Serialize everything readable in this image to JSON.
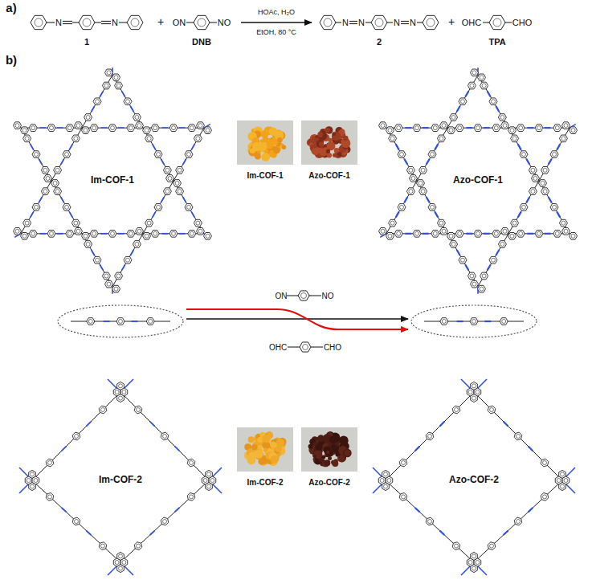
{
  "diagram": {
    "labels": [
      "a)",
      "N",
      "N",
      "+",
      "ON",
      "NO",
      "HOAc, H₂O",
      "EtOH, 80 °C",
      "N",
      "N",
      "N",
      "N",
      "+",
      "OHC",
      "CHO",
      "1",
      "DNB",
      "2",
      "TPA",
      "b)",
      "Im-COF-1",
      "Im-COF-1",
      "Azo-COF-1",
      "Azo-COF-1",
      "ON",
      "NO",
      "OHC",
      "CHO",
      "Im-COF-2",
      "Im-COF-2",
      "Azo-COF-2",
      "Azo-COF-2"
    ]
  }
}
